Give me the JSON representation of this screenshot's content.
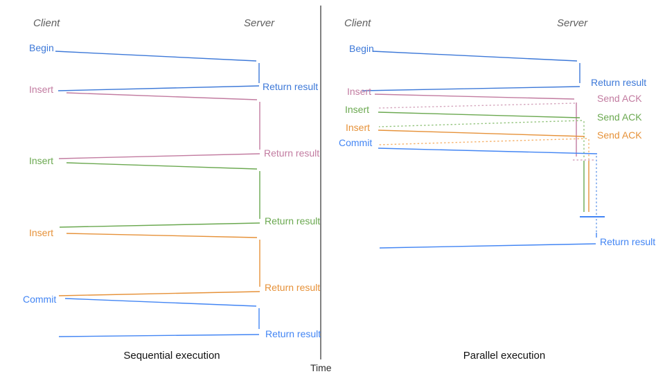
{
  "diagram": {
    "left": {
      "client_header": "Client",
      "server_header": "Server",
      "title": "Sequential execution",
      "requests": [
        "Begin",
        "Insert",
        "Insert",
        "Insert",
        "Commit"
      ],
      "responses": [
        "Return result",
        "Return result",
        "Return result",
        "Return result",
        "Return result"
      ]
    },
    "right": {
      "client_header": "Client",
      "server_header": "Server",
      "title": "Parallel execution",
      "requests": [
        "Begin",
        "Insert",
        "Insert",
        "Insert",
        "Commit"
      ],
      "responses": [
        "Return result",
        "Return result"
      ],
      "acks": [
        "Send ACK",
        "Send ACK",
        "Send ACK"
      ]
    },
    "time_axis_label": "Time",
    "colors": {
      "begin_blue": "#3c78d8",
      "commit_blue": "#4285f4",
      "insert_magenta": "#c27ba0",
      "insert_green": "#6aa84f",
      "insert_orange": "#e69138",
      "ack_magenta_dashed": "#d5a6bd",
      "ack_green_dashed": "#93c47d",
      "ack_orange_dashed": "#f6b26b",
      "queue_blue_dashed": "#6d9eeb",
      "time_axis": "#3d3d3d",
      "header_gray": "#5f5f5f"
    }
  }
}
